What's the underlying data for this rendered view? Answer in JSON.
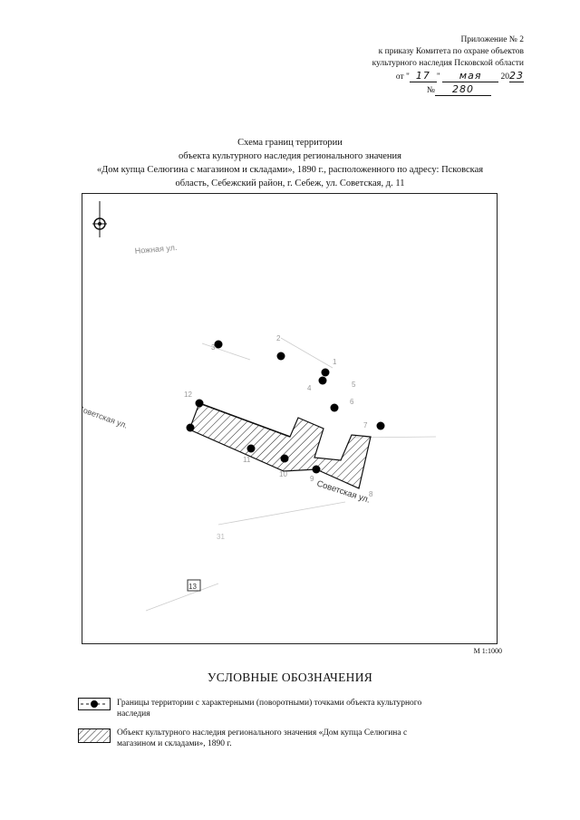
{
  "header": {
    "line1": "Приложение № 2",
    "line2": "к приказу Комитета по охране объектов",
    "line3": "культурного наследия Псковской области",
    "from_prefix": "от \"",
    "day": "17",
    "quote_close": "\"",
    "month": "мая",
    "year_prefix": "20",
    "year": "23",
    "number_prefix": "№",
    "number": "280"
  },
  "title": {
    "line1": "Схема границ территории",
    "line2": "объекта культурного наследия регионального значения",
    "line3": "«Дом купца Селюгина с магазином и складами», 1890 г., расположенного по адресу: Псковская",
    "line4": "область, Себежский район, г. Себеж, ул. Советская, д. 11"
  },
  "map": {
    "street_north": "Ножная ул.",
    "street_west": "Советская ул.",
    "street_south": "Советская ул.",
    "faint_label": "31",
    "building_number": "13",
    "point_labels": [
      "1",
      "2",
      "3",
      "4",
      "5",
      "6",
      "7",
      "8",
      "9",
      "10",
      "11",
      "12"
    ],
    "scale": "М 1:1000"
  },
  "legend": {
    "title": "УСЛОВНЫЕ ОБОЗНАЧЕНИЯ",
    "item1_line1": "Границы территории с характерными (поворотными) точками объекта культурного",
    "item1_line2": "наследия",
    "item2_line1": "Объект культурного наследия регионального значения «Дом купца Селюгина с",
    "item2_line2": "магазином и складами», 1890 г."
  }
}
